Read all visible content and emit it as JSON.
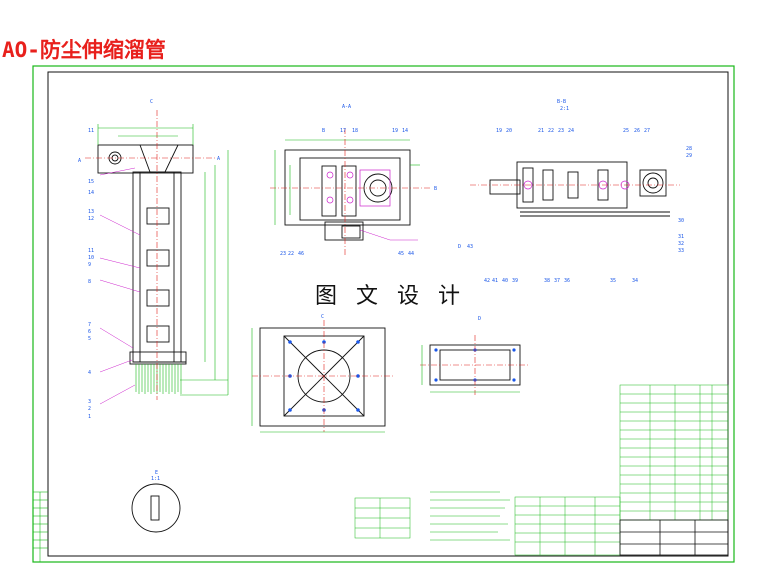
{
  "title": "AO-防尘伸缩溜管",
  "watermark": "图 文 设 计",
  "colors": {
    "title": "#e8201c",
    "frame": "#18b818",
    "drawing": "#111111",
    "centerline": "#e0201c",
    "annotation": "#1a56e8",
    "dimension": "#18b818",
    "highlight": "#cc22cc"
  },
  "drawing_labels": {
    "section_a": "A-A",
    "section_b": "B-B",
    "scale_b": "2:1",
    "view_c": "C",
    "view_d": "D",
    "view_e": "E",
    "scale_e": "1:1"
  }
}
